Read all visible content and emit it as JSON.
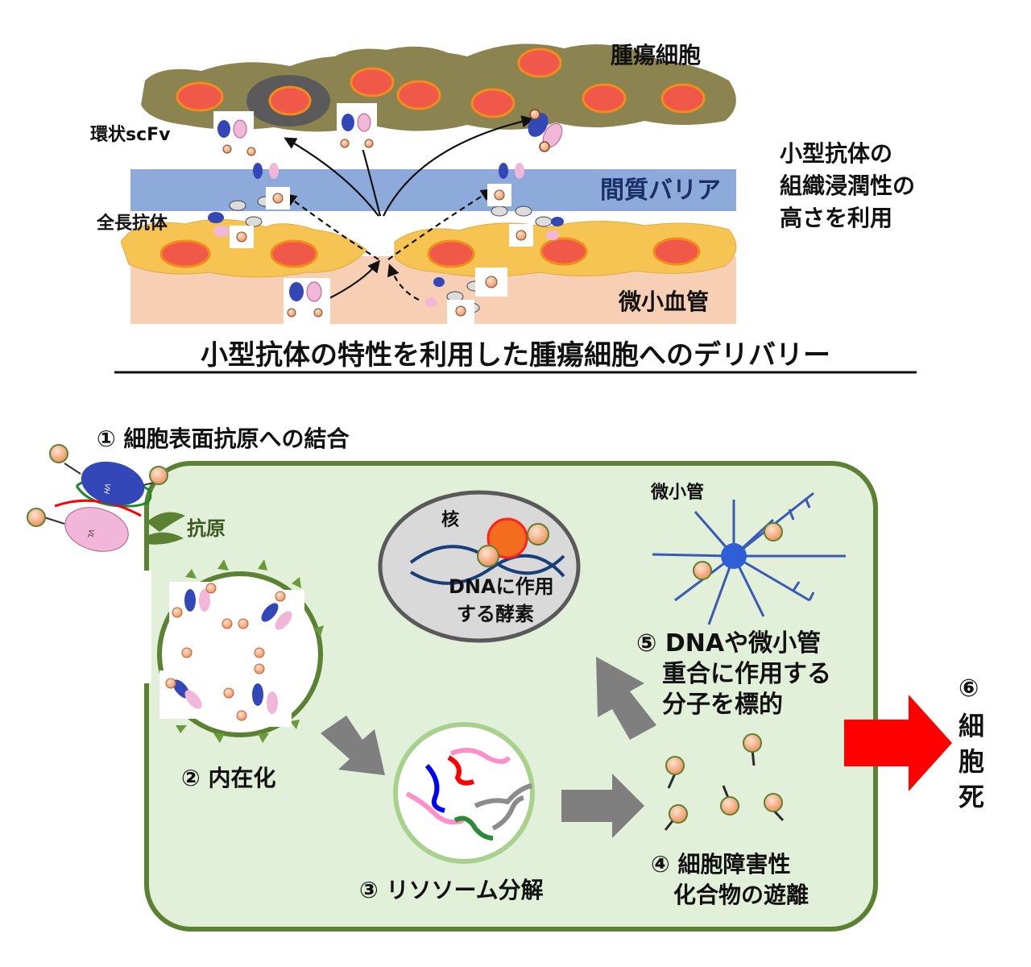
{
  "top_panel": {
    "tumor_cells_label": "腫瘍細胞",
    "stroma_barrier_label": "間質バリア",
    "microvessel_label": "微小血管",
    "cyclic_scfv_label": "環状scFv",
    "full_length_antibody_label": "全長抗体",
    "side_note_lines": [
      "小型抗体の",
      "組織浸潤性の",
      "高さを利用"
    ],
    "title": "小型抗体の特性を利用した腫瘍細胞へのデリバリー",
    "domain_labels": {
      "vh": "VH",
      "vl": "VL"
    }
  },
  "bottom_panel": {
    "step1": "① 細胞表面抗原への結合",
    "antigen_label": "抗原",
    "step2": "② 内在化",
    "step3": "③ リソソーム分解",
    "step4_lines": [
      "④ 細胞障害性",
      "化合物の遊離"
    ],
    "step5_lines": [
      "⑤ DNAや微小管",
      "重合に作用する",
      "分子を標的"
    ],
    "step6_num": "⑥",
    "step6_chars": [
      "細",
      "胞",
      "死"
    ],
    "nucleus_label": "核",
    "dna_enzyme_lines": [
      "DNAに作用",
      "する酵素"
    ],
    "microtubule_label": "微小管"
  },
  "colors": {
    "tumor_cell": "#8b8350",
    "tumor_nucleus": "#f0584a",
    "stroma_band": "#8eaadb",
    "endothelium": "#f6c453",
    "vessel_band": "#f7cfb5",
    "cell_body": "#e2efd9",
    "cell_border": "#5b8132",
    "arrow_gray": "#7f7f7f",
    "death_arrow": "#ff0000",
    "vh_domain": "#3347b8",
    "vl_domain": "#f2b7d8",
    "payload": "#f4a77c"
  }
}
